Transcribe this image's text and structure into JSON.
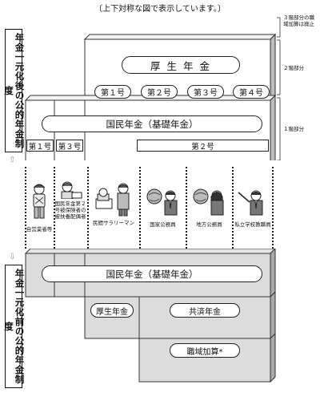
{
  "caption": "〔上下対称な図で表示しています。〕",
  "after": {
    "vertical_label": "年金一元化後の公的年金制度",
    "kosei_label": "厚 生 年 金",
    "kosei_numbers": [
      "第１号",
      "第２号",
      "第３号",
      "第４号"
    ],
    "kokumin_label": "国民年金（基礎年金）",
    "bottom_tags": [
      "第１号",
      "第３号",
      "第２号"
    ],
    "notes": {
      "tier3": "３階部分の職域加算は廃止",
      "tier2": "２階部分",
      "tier1": "１階部分"
    }
  },
  "people": [
    {
      "label": "自営業者等"
    },
    {
      "label": "国民年金第２号被保険者の被扶養配偶者"
    },
    {
      "label": "民間サラリーマン"
    },
    {
      "label": "国家公務員"
    },
    {
      "label": "地方公務員"
    },
    {
      "label": "私立学校教職員"
    }
  ],
  "before": {
    "vertical_label": "年金一元化前の公的年金制度",
    "kokumin_label": "国民年金（基礎年金）",
    "kosei_label": "厚生年金",
    "kyosai_label": "共済年金",
    "shokuiki_label": "職域加算*"
  }
}
